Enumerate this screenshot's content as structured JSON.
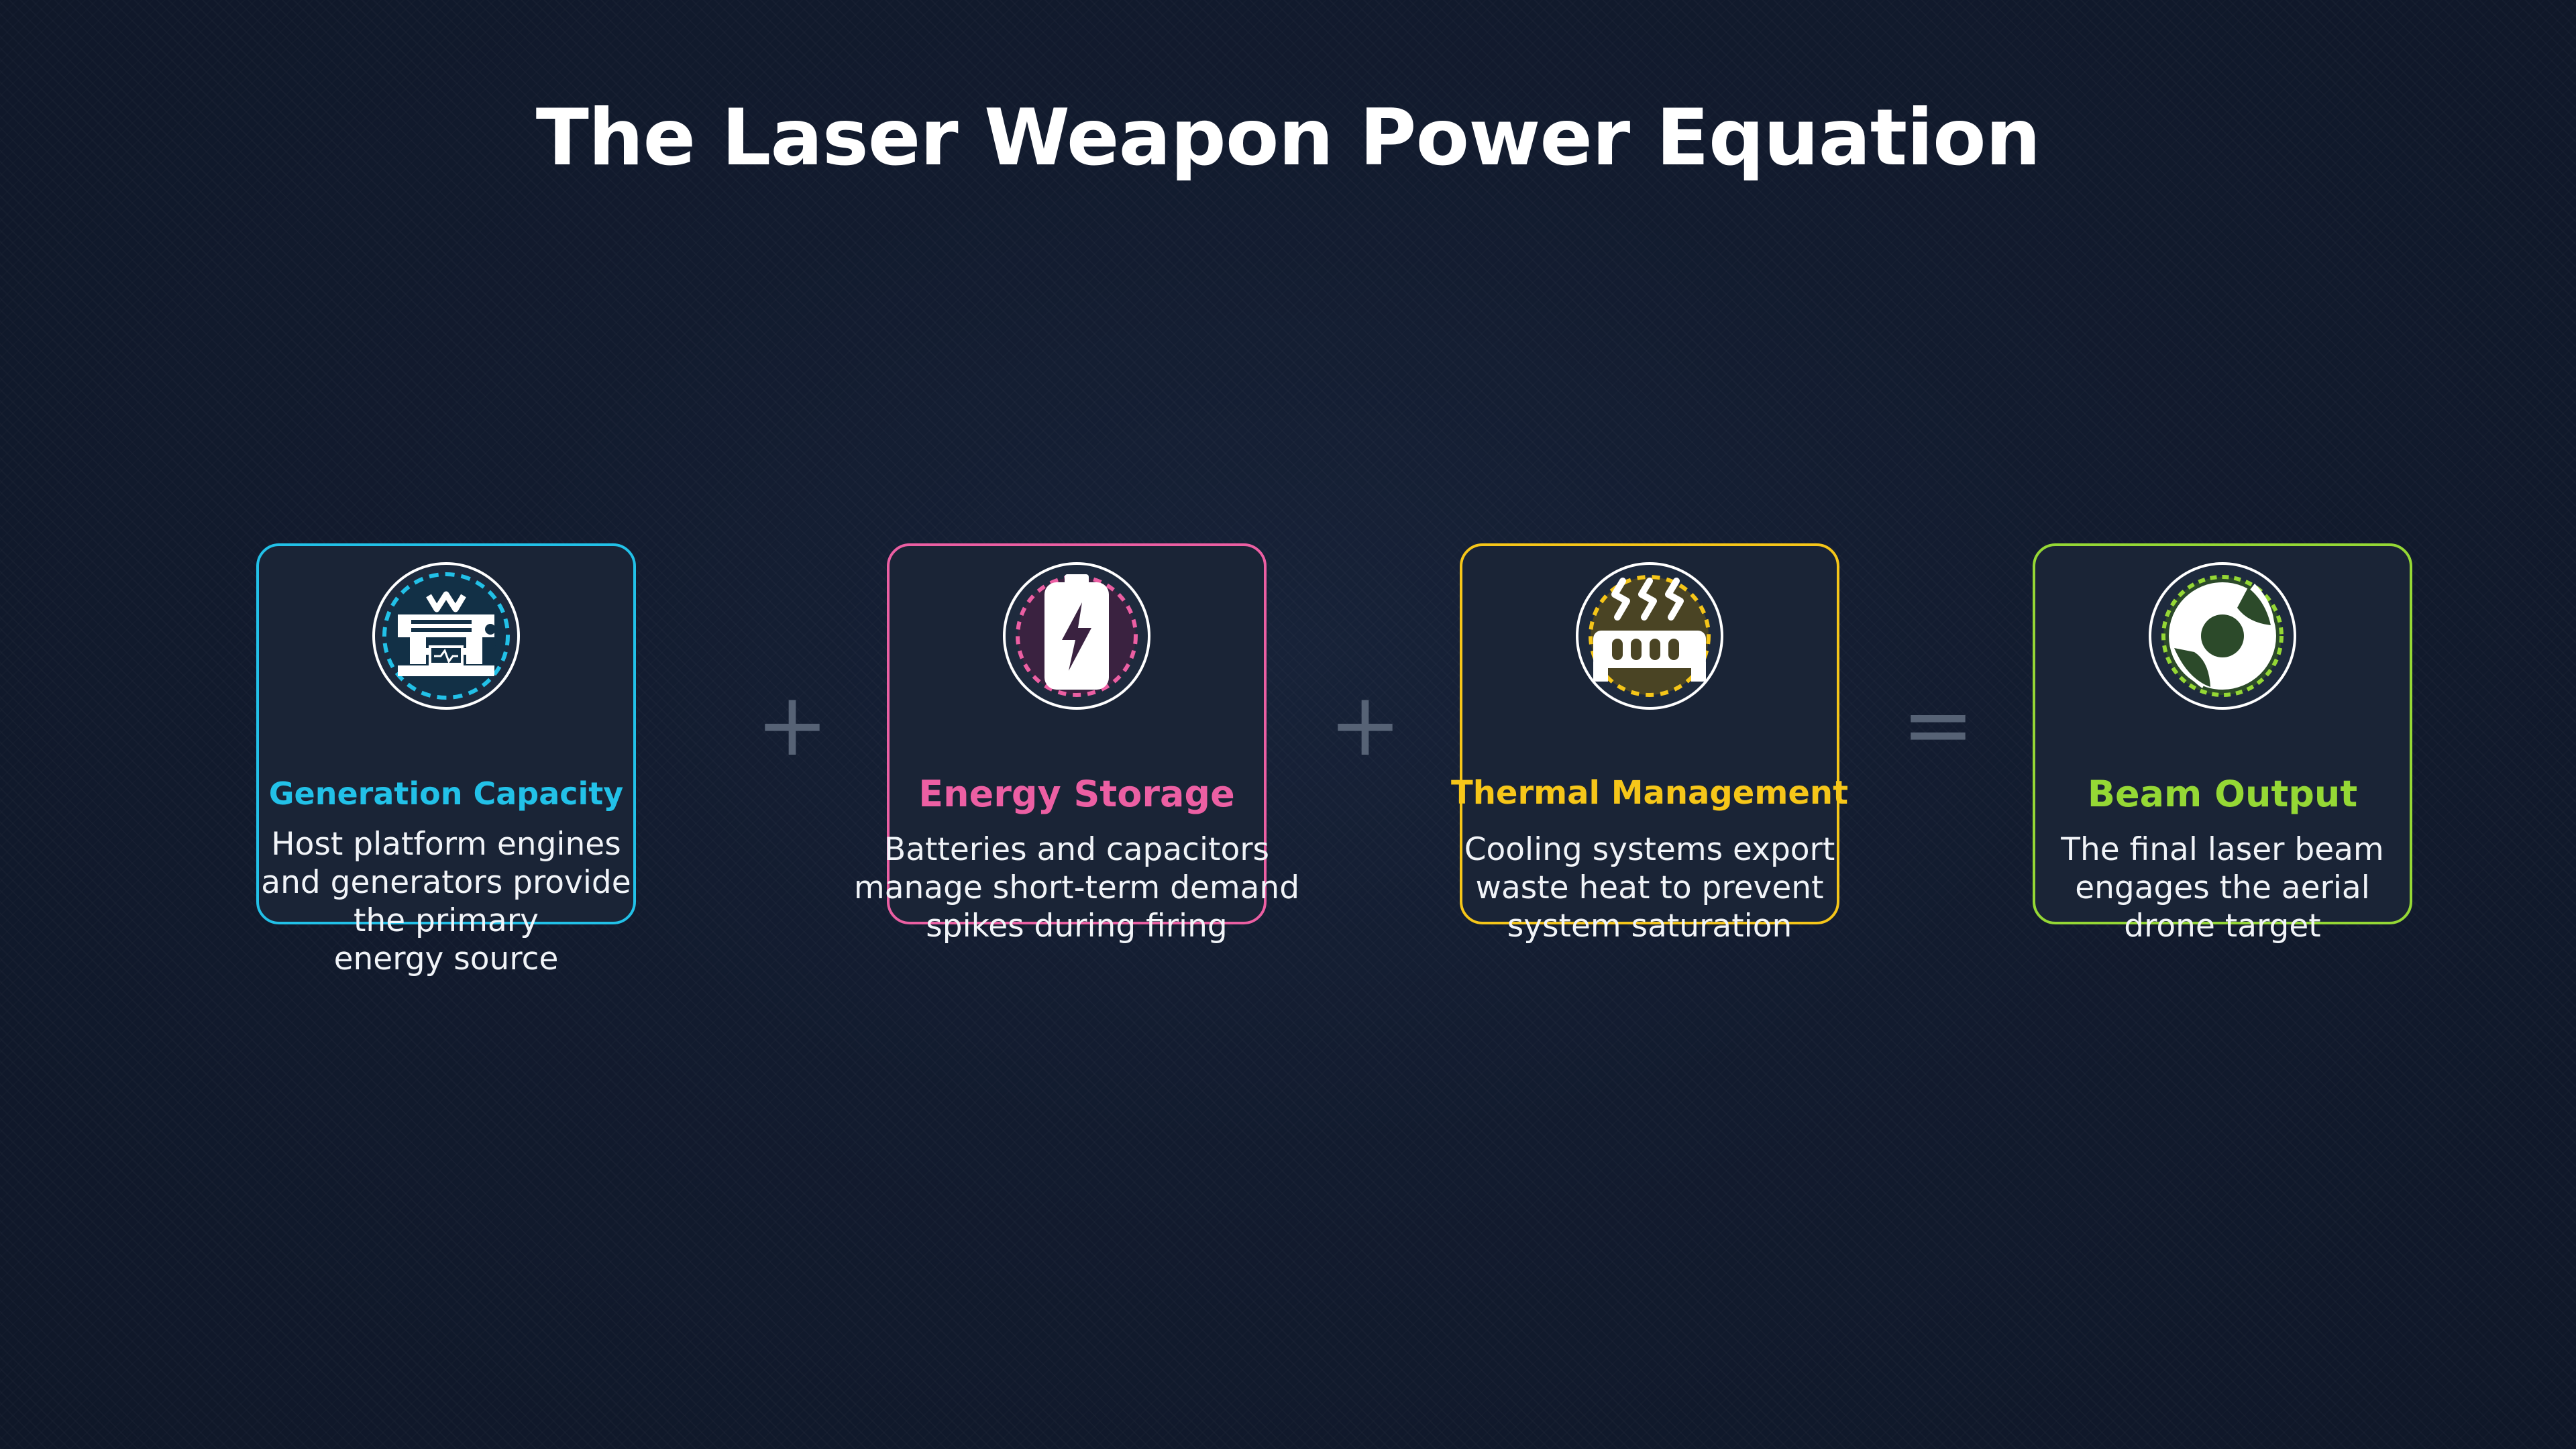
{
  "title": "The Laser Weapon Power Equation",
  "operators": [
    "+",
    "+",
    "="
  ],
  "colors": {
    "generation": "#22c1e8",
    "storage": "#ec5fa3",
    "thermal": "#f6c619",
    "beam": "#95d835"
  },
  "cards": [
    {
      "icon": "generator-icon",
      "title": "Generation Capacity",
      "desc": [
        "Host platform engines",
        "and generators provide",
        "the primary",
        "energy source"
      ]
    },
    {
      "icon": "battery-icon",
      "title": "Energy Storage",
      "desc": [
        "Batteries and capacitors",
        "manage short-term demand",
        "spikes during firing"
      ]
    },
    {
      "icon": "heat-sink-icon",
      "title": "Thermal Management",
      "desc": [
        "Cooling systems export",
        "waste heat to prevent",
        "system saturation"
      ]
    },
    {
      "icon": "target-icon",
      "title": "Beam Output",
      "desc": [
        "The final laser beam",
        "engages the aerial",
        "drone target"
      ]
    }
  ]
}
